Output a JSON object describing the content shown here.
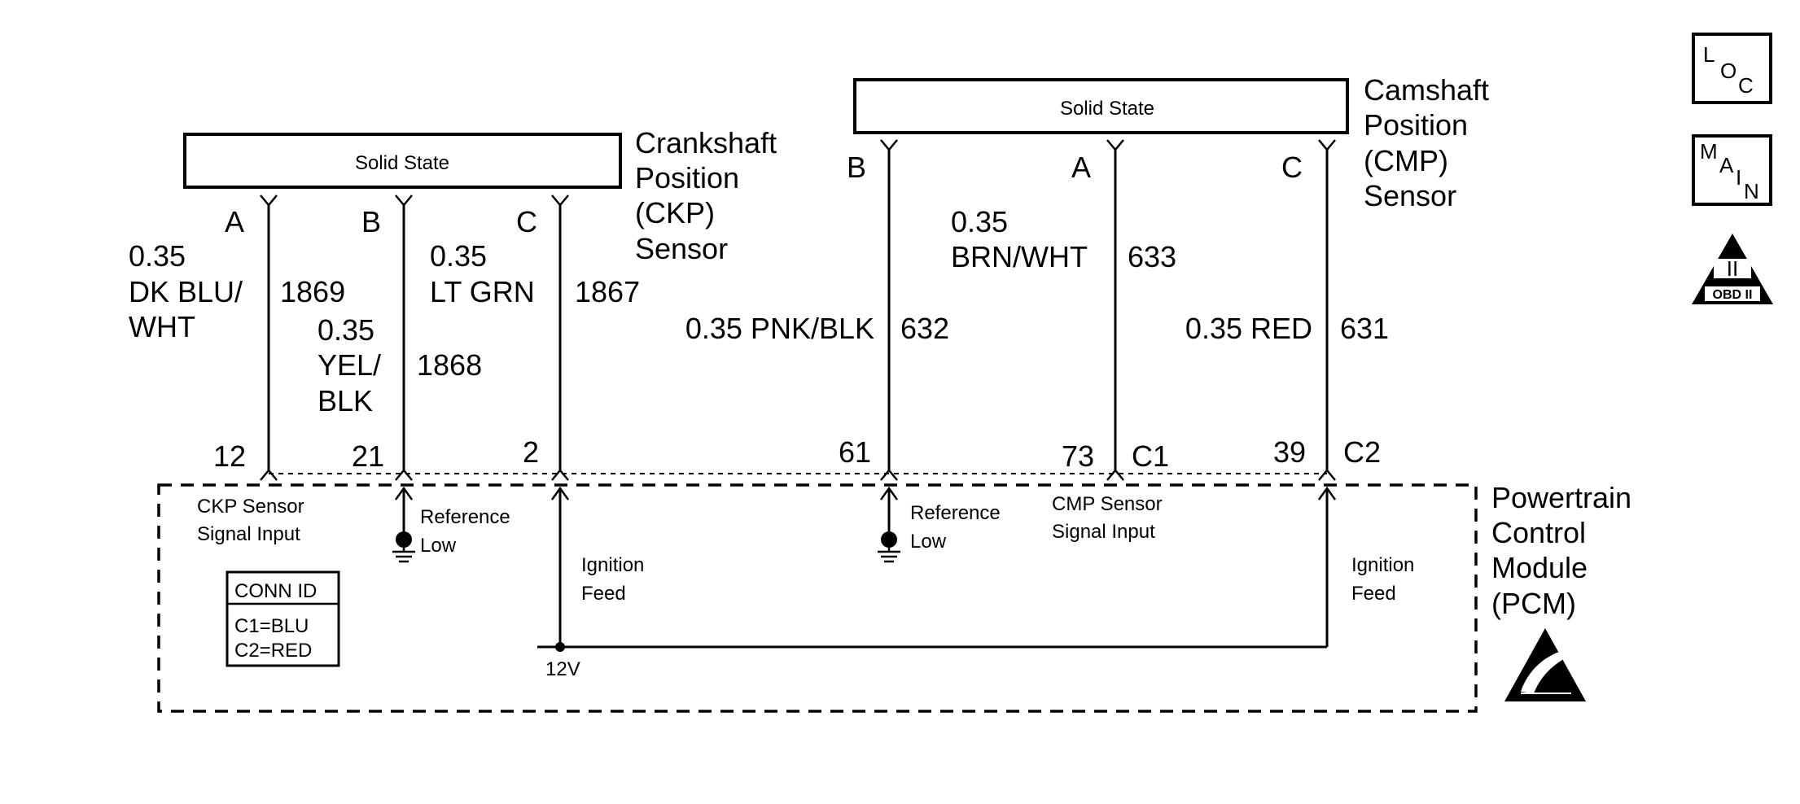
{
  "ckp_sensor": {
    "box_label": "Solid State",
    "name_lines": [
      "Crankshaft",
      "Position",
      "(CKP)",
      "Sensor"
    ],
    "pins": [
      "A",
      "B",
      "C"
    ]
  },
  "cmp_sensor": {
    "box_label": "Solid State",
    "name_lines": [
      "Camshaft",
      "Position",
      "(CMP)",
      "Sensor"
    ],
    "pins": [
      "B",
      "A",
      "C"
    ]
  },
  "wires": {
    "w1869": {
      "gauge": "0.35",
      "color_lines": [
        "DK BLU/",
        "WHT"
      ],
      "circuit": "1869"
    },
    "w1868": {
      "gauge": "0.35",
      "color_lines": [
        "YEL/",
        "BLK"
      ],
      "circuit": "1868"
    },
    "w1867": {
      "gauge": "0.35",
      "color": "LT GRN",
      "circuit": "1867"
    },
    "w632": {
      "label": "0.35 PNK/BLK",
      "circuit": "632"
    },
    "w633": {
      "gauge": "0.35",
      "color": "BRN/WHT",
      "circuit": "633"
    },
    "w631": {
      "label": "0.35 RED",
      "circuit": "631"
    }
  },
  "pcm": {
    "name_lines": [
      "Powertrain",
      "Control",
      "Module",
      "(PCM)"
    ],
    "pins": {
      "p12": "12",
      "p21": "21",
      "p2": "2",
      "p61": "61",
      "p73": "73",
      "p39": "39"
    },
    "connectors": {
      "c1": "C1",
      "c2": "C2"
    },
    "ckp_signal_lines": [
      "CKP Sensor",
      "Signal Input"
    ],
    "ref_low_lines": [
      "Reference",
      "Low"
    ],
    "ignition_feed_lines": [
      "Ignition",
      "Feed"
    ],
    "cmp_signal_lines": [
      "CMP Sensor",
      "Signal Input"
    ],
    "voltage": "12V"
  },
  "conn_id": {
    "title": "CONN ID",
    "c1": "C1=BLU",
    "c2": "C2=RED"
  },
  "icons": {
    "loc": {
      "letters": [
        "L",
        "O",
        "C"
      ]
    },
    "main": {
      "letters": [
        "M",
        "A",
        "I",
        "N"
      ]
    },
    "obd": {
      "numeral": "II",
      "label": "OBD II"
    }
  }
}
